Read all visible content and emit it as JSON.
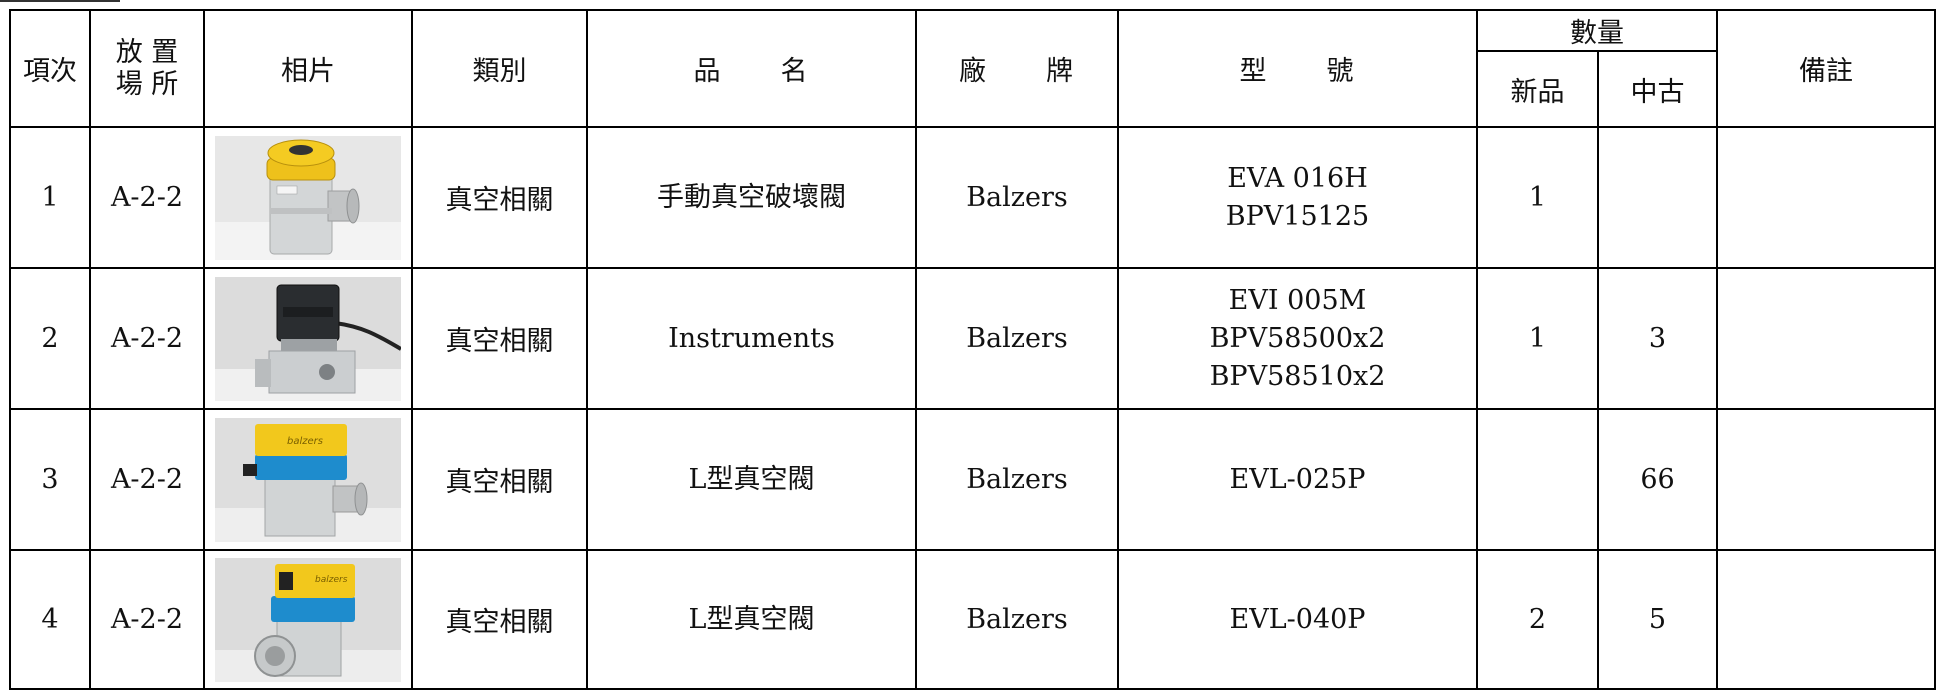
{
  "headers": {
    "item_no": "項次",
    "location_line1": "放 置",
    "location_line2": "場 所",
    "photo": "相片",
    "category": "類別",
    "name": "品　　名",
    "brand": "廠　　牌",
    "model": "型　　號",
    "quantity": "數量",
    "qty_new": "新品",
    "qty_used": "中古",
    "remarks": "備註"
  },
  "rows": [
    {
      "item_no": "1",
      "location": "A-2-2",
      "photo_icon": "yellow-knob-vacuum-valve",
      "category": "真空相關",
      "name": "手動真空破壞閥",
      "brand": "Balzers",
      "models": [
        "EVA 016H",
        "BPV15125"
      ],
      "qty_new": "1",
      "qty_used": "",
      "remarks": ""
    },
    {
      "item_no": "2",
      "location": "A-2-2",
      "photo_icon": "black-solenoid-valve",
      "category": "真空相關",
      "name": "Instruments",
      "brand": "Balzers",
      "models": [
        "EVI 005M",
        "BPV58500x2",
        "BPV58510x2"
      ],
      "qty_new": "1",
      "qty_used": "3",
      "remarks": ""
    },
    {
      "item_no": "3",
      "location": "A-2-2",
      "photo_icon": "yellow-blue-angle-valve",
      "category": "真空相關",
      "name": "L型真空閥",
      "brand": "Balzers",
      "models": [
        "EVL-025P"
      ],
      "qty_new": "",
      "qty_used": "66",
      "remarks": ""
    },
    {
      "item_no": "4",
      "location": "A-2-2",
      "photo_icon": "yellow-blue-angle-valve",
      "category": "真空相關",
      "name": "L型真空閥",
      "brand": "Balzers",
      "models": [
        "EVL-040P"
      ],
      "qty_new": "2",
      "qty_used": "5",
      "remarks": ""
    }
  ],
  "photo_labels": {
    "balzers_label": "balzers"
  },
  "colors": {
    "grid": "#000000",
    "text": "#111111",
    "valve_yellow": "#f2c21a",
    "valve_blue": "#1f8fd0",
    "body_gray": "#cfd2d3"
  }
}
